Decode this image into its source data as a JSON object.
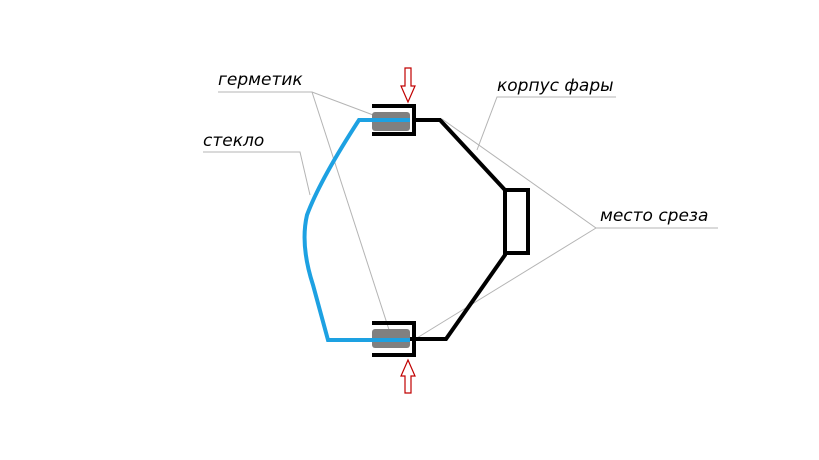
{
  "labels": {
    "sealant": "герметик",
    "glass": "стекло",
    "housing": "корпус фары",
    "cut_place": "место среза"
  },
  "colors": {
    "glass": "#1da1e2",
    "housing": "#000000",
    "sealant": "#808080",
    "arrow": "#c00000",
    "leader": "#b4b4b4"
  }
}
